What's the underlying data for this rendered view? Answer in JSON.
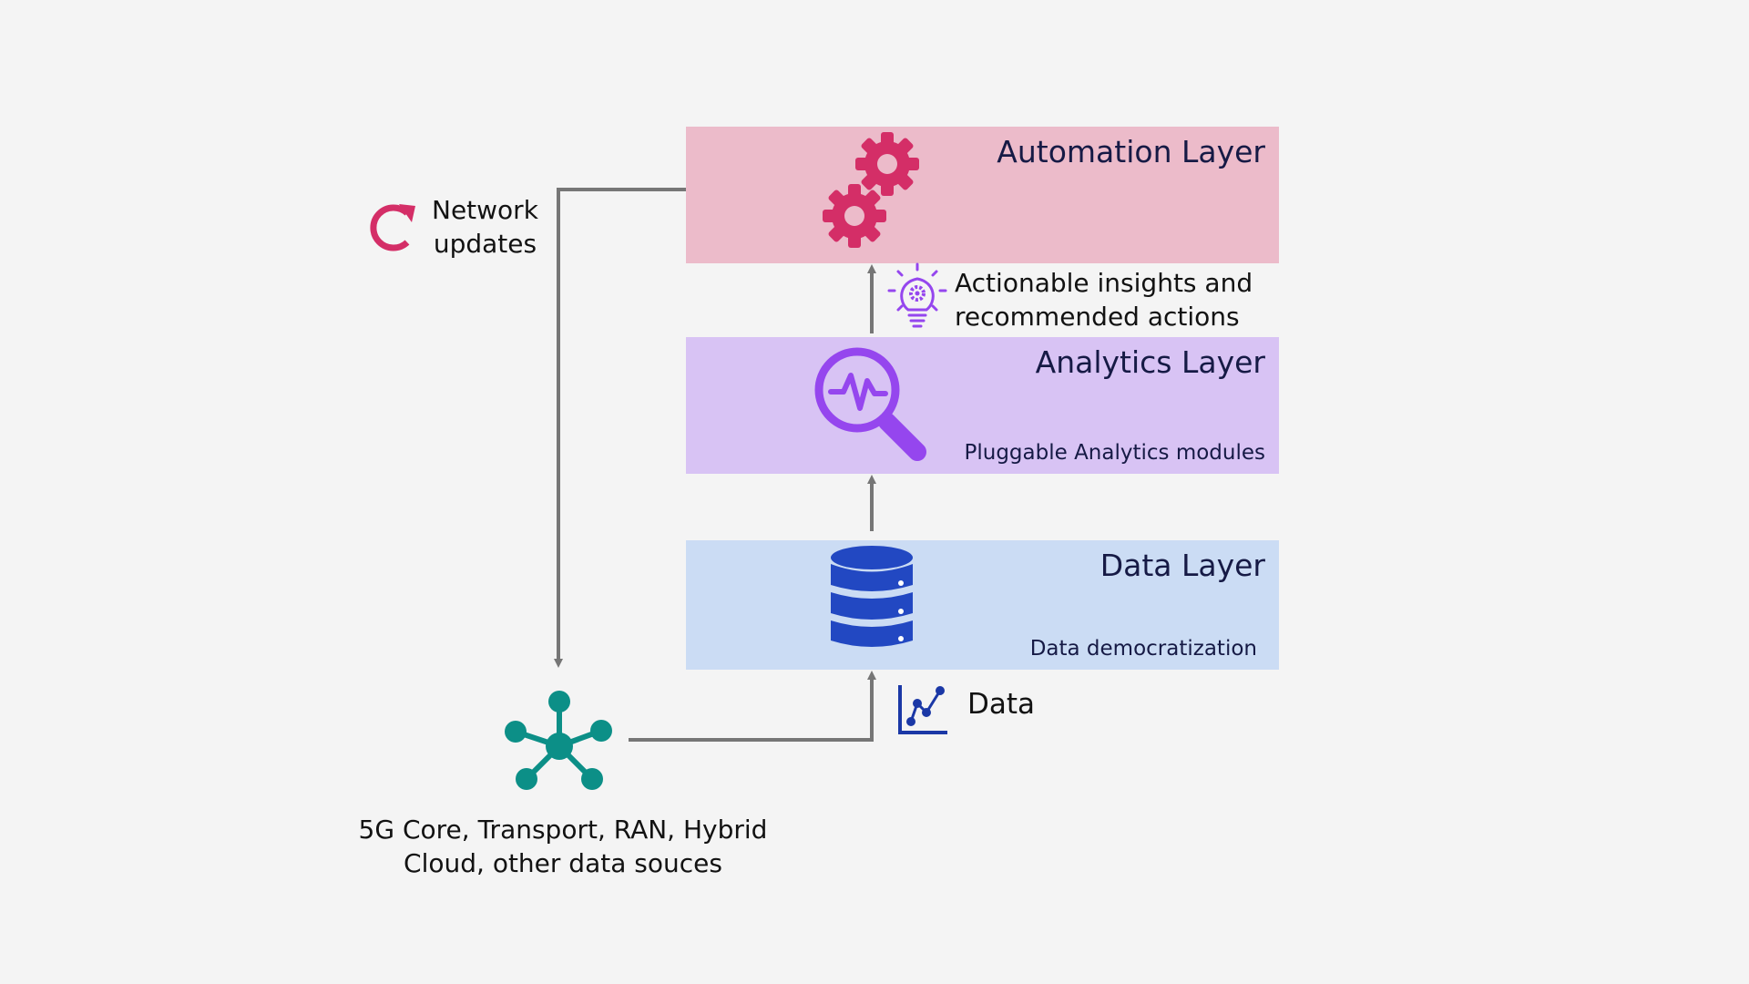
{
  "layers": {
    "automation": {
      "title": "Automation Layer",
      "icon": "gears-icon",
      "color": "#ecbbca"
    },
    "analytics": {
      "title": "Analytics Layer",
      "subtitle": "Pluggable Analytics modules",
      "icon": "magnifier-pulse-icon",
      "color": "#d8c3f4"
    },
    "data": {
      "title": "Data Layer",
      "subtitle": "Data democratization",
      "icon": "database-icon",
      "color": "#cbdcf4"
    }
  },
  "labels": {
    "network_updates": {
      "line1": "Network",
      "line2": "updates",
      "icon": "refresh-icon"
    },
    "insights": {
      "line1": "Actionable insights and",
      "line2": "recommended actions",
      "icon": "lightbulb-gear-icon"
    },
    "data_flow": {
      "text": "Data",
      "icon": "line-chart-icon"
    },
    "sources": {
      "line1": "5G Core, Transport, RAN, Hybrid",
      "line2": "Cloud, other data souces",
      "icon": "network-hub-icon"
    }
  },
  "colors": {
    "connector": "#767676",
    "automation_accent": "#d42e67",
    "analytics_accent": "#9546ee",
    "data_accent": "#2248c2",
    "sources_accent": "#0c8f87",
    "chart_accent": "#1b38a6"
  }
}
